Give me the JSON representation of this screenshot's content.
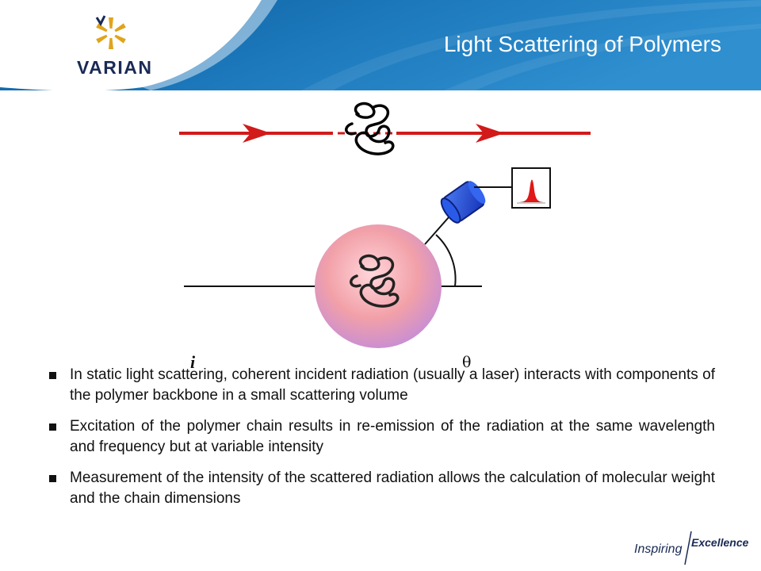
{
  "slide": {
    "title": "Light Scattering of Polymers",
    "brand": {
      "name": "VARIAN",
      "logo_icon": "varian-starburst-logo",
      "colors": {
        "gold": "#e0a41c",
        "navy": "#1a2a56"
      }
    },
    "header_colors": {
      "blue_dark": "#0a5d9c",
      "blue_light": "#2f8fcf"
    },
    "diagram": {
      "angle_symbol": "θ",
      "incident_symbol": "i",
      "colors": {
        "beam": "#d21a1a",
        "detector": "#1e50d8",
        "sphere": "#f2a0a8",
        "peak": "#e01818"
      },
      "icons": [
        "beam-arrow-icon",
        "polymer-coil-icon",
        "detector-icon",
        "signal-peak-icon",
        "scattering-volume-icon"
      ]
    },
    "bullets": [
      "In static light scattering, coherent incident radiation (usually a laser) interacts with components of the polymer backbone in a small scattering volume",
      "Excitation of the polymer chain results in re-emission of the radiation at the same wavelength and frequency but at variable intensity",
      "Measurement of the intensity of the scattered radiation allows the calculation of molecular weight and the chain dimensions"
    ],
    "tagline": {
      "left": "Inspiring",
      "right": "Excellence"
    }
  }
}
